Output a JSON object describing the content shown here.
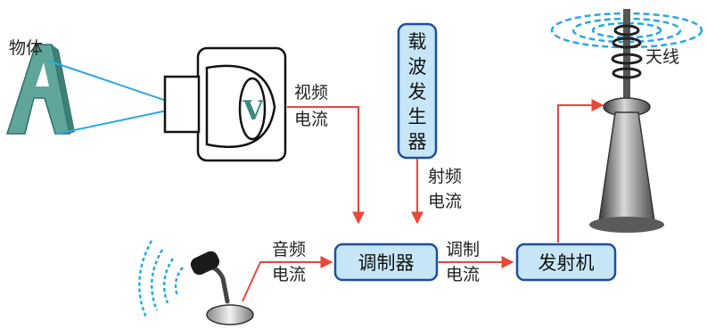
{
  "labels": {
    "object": "物体",
    "video_current": [
      "视频",
      "电流"
    ],
    "carrier_generator": [
      "载",
      "波",
      "发",
      "生",
      "器"
    ],
    "rf_current": [
      "射频",
      "电流"
    ],
    "audio_current": [
      "音频",
      "电流"
    ],
    "modulator": "调制器",
    "modulated_current": [
      "调制",
      "电流"
    ],
    "transmitter": "发射机",
    "antenna": "天线"
  },
  "colors": {
    "box_fill": "#c6e6f7",
    "box_stroke": "#1f4e9c",
    "arrow": "#e8473a",
    "light_ray": "#29a9e0",
    "wave": "#29a9e0",
    "letter_a": "#5fa59a"
  },
  "icons": [
    "letter-a-object",
    "tv-camera-icon",
    "microphone-icon",
    "antenna-tower-icon",
    "radio-wave-icon"
  ]
}
